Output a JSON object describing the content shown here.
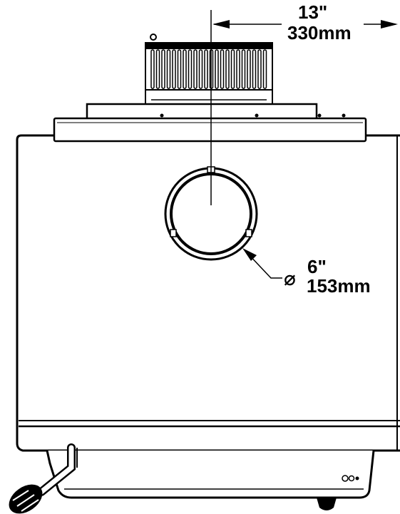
{
  "diagram": {
    "width_dimension": {
      "imperial": "13\"",
      "metric": "330mm"
    },
    "flue_dimension": {
      "symbol": "⌀",
      "imperial": "6\"",
      "metric": "153mm"
    }
  },
  "colors": {
    "line": "#000000",
    "fill": "#ffffff"
  }
}
